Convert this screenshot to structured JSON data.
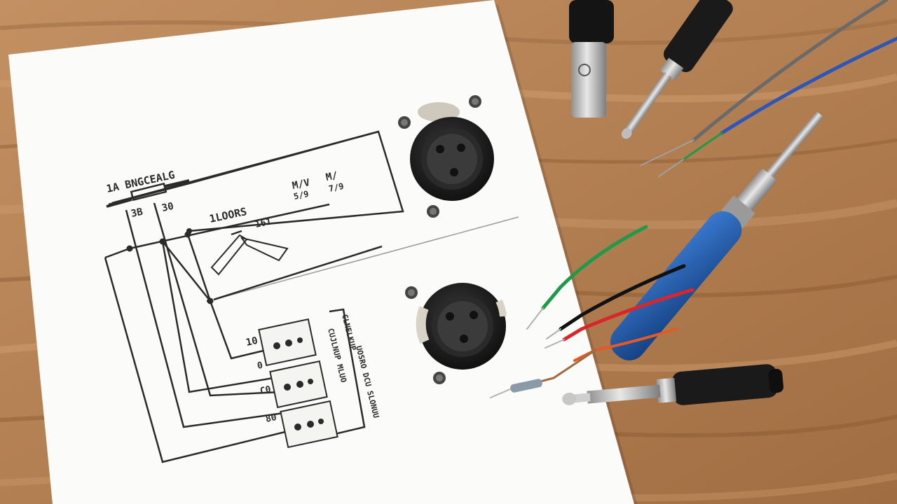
{
  "scene": {
    "description_tags": [
      "wiring-diagram",
      "xlr-connector",
      "jack-plug",
      "wires",
      "soldering-iron",
      "wood-table"
    ],
    "colors": {
      "wood_light": "#c99a67",
      "wood_dark": "#8a5a32",
      "paper": "#fbfbf9",
      "ink": "#2a2a2a",
      "connector_black": "#1c1c1c",
      "metal": "#bdbdbd",
      "iron_blue": "#1f5fb0",
      "wire_green": "#1f9a4a",
      "wire_red": "#d8262c",
      "wire_black": "#111111",
      "wire_blue": "#2d56b8",
      "wire_orange": "#e45a25"
    }
  },
  "diagram_labels": {
    "top_left": "1A BNGCEALG",
    "top_left_sub_a": "3B",
    "top_left_sub_b": "30",
    "mid_label": "1LOORS",
    "mid_small": "161",
    "right_a": "M/V",
    "right_a_sub": "5/9",
    "right_b": "M/",
    "right_b_sub": "7/9",
    "row_1": "10",
    "row_2": "0",
    "row_3": "C0",
    "row_4": "80",
    "vertical_text_1": "CLNELKUP",
    "vertical_text_2": "CUJLNUP MLUO",
    "vertical_text_3": "UOSRO DCU SLONUU"
  }
}
